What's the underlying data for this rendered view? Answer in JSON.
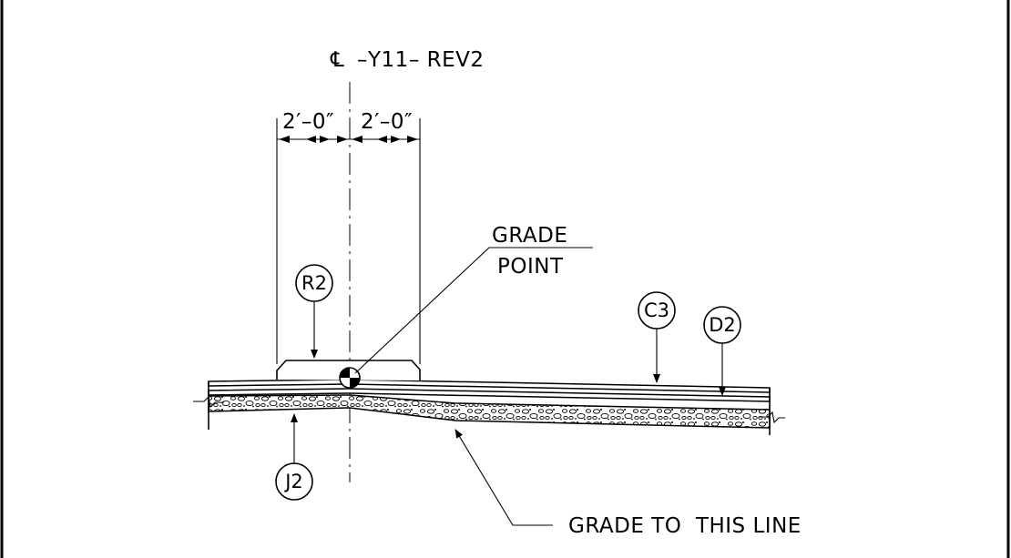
{
  "drawing": {
    "centerline_symbol": "℄",
    "centerline_label": "–Y11– REV2",
    "dimension_left": "2′–0″",
    "dimension_right": "2′–0″",
    "grade_point_line1": "GRADE",
    "grade_point_line2": "POINT",
    "grade_to_line": "GRADE TO  THIS LINE"
  },
  "callouts": {
    "r2": "R2",
    "c3": "C3",
    "d2": "D2",
    "j2": "J2"
  }
}
